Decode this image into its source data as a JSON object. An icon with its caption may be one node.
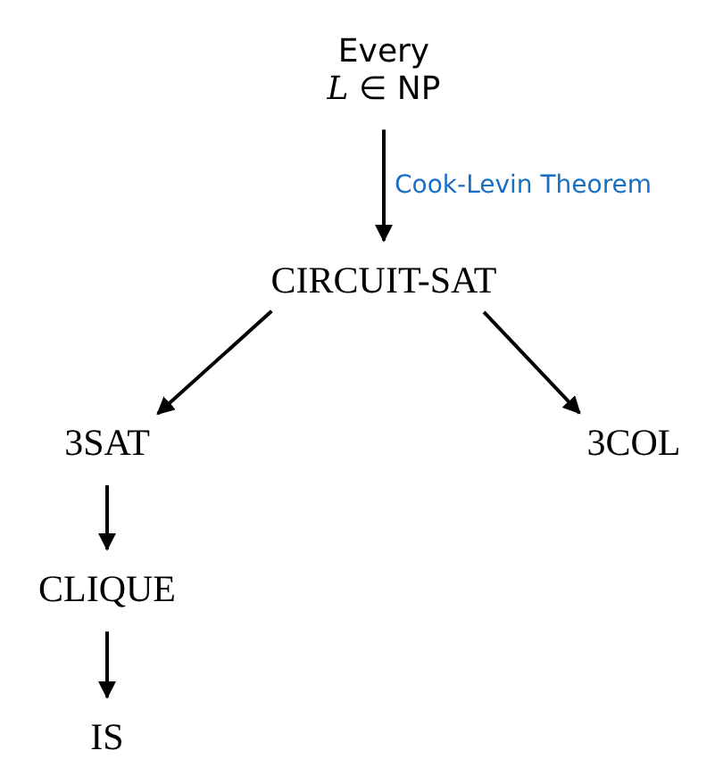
{
  "diagram": {
    "nodes": [
      {
        "text": [
          "Every *L* ∈ NP"
        ]
      },
      {
        "text": [
          "CIRCUIT-SAT"
        ]
      },
      {
        "text": [
          "3SAT"
        ]
      },
      {
        "text": [
          "3COL"
        ]
      },
      {
        "text": [
          "CLIQUE"
        ]
      },
      {
        "text": [
          "IS"
        ]
      }
    ],
    "edges": [
      {
        "from": 0,
        "to": 1,
        "arrow": "to",
        "label": "Cook-Levin Theorem"
      },
      {
        "from": 1,
        "to": 2,
        "arrow": "to"
      },
      {
        "from": 1,
        "to": 3,
        "arrow": "to"
      },
      {
        "from": 2,
        "to": 4,
        "arrow": "to"
      },
      {
        "from": 4,
        "to": 5,
        "arrow": "to"
      }
    ]
  }
}
